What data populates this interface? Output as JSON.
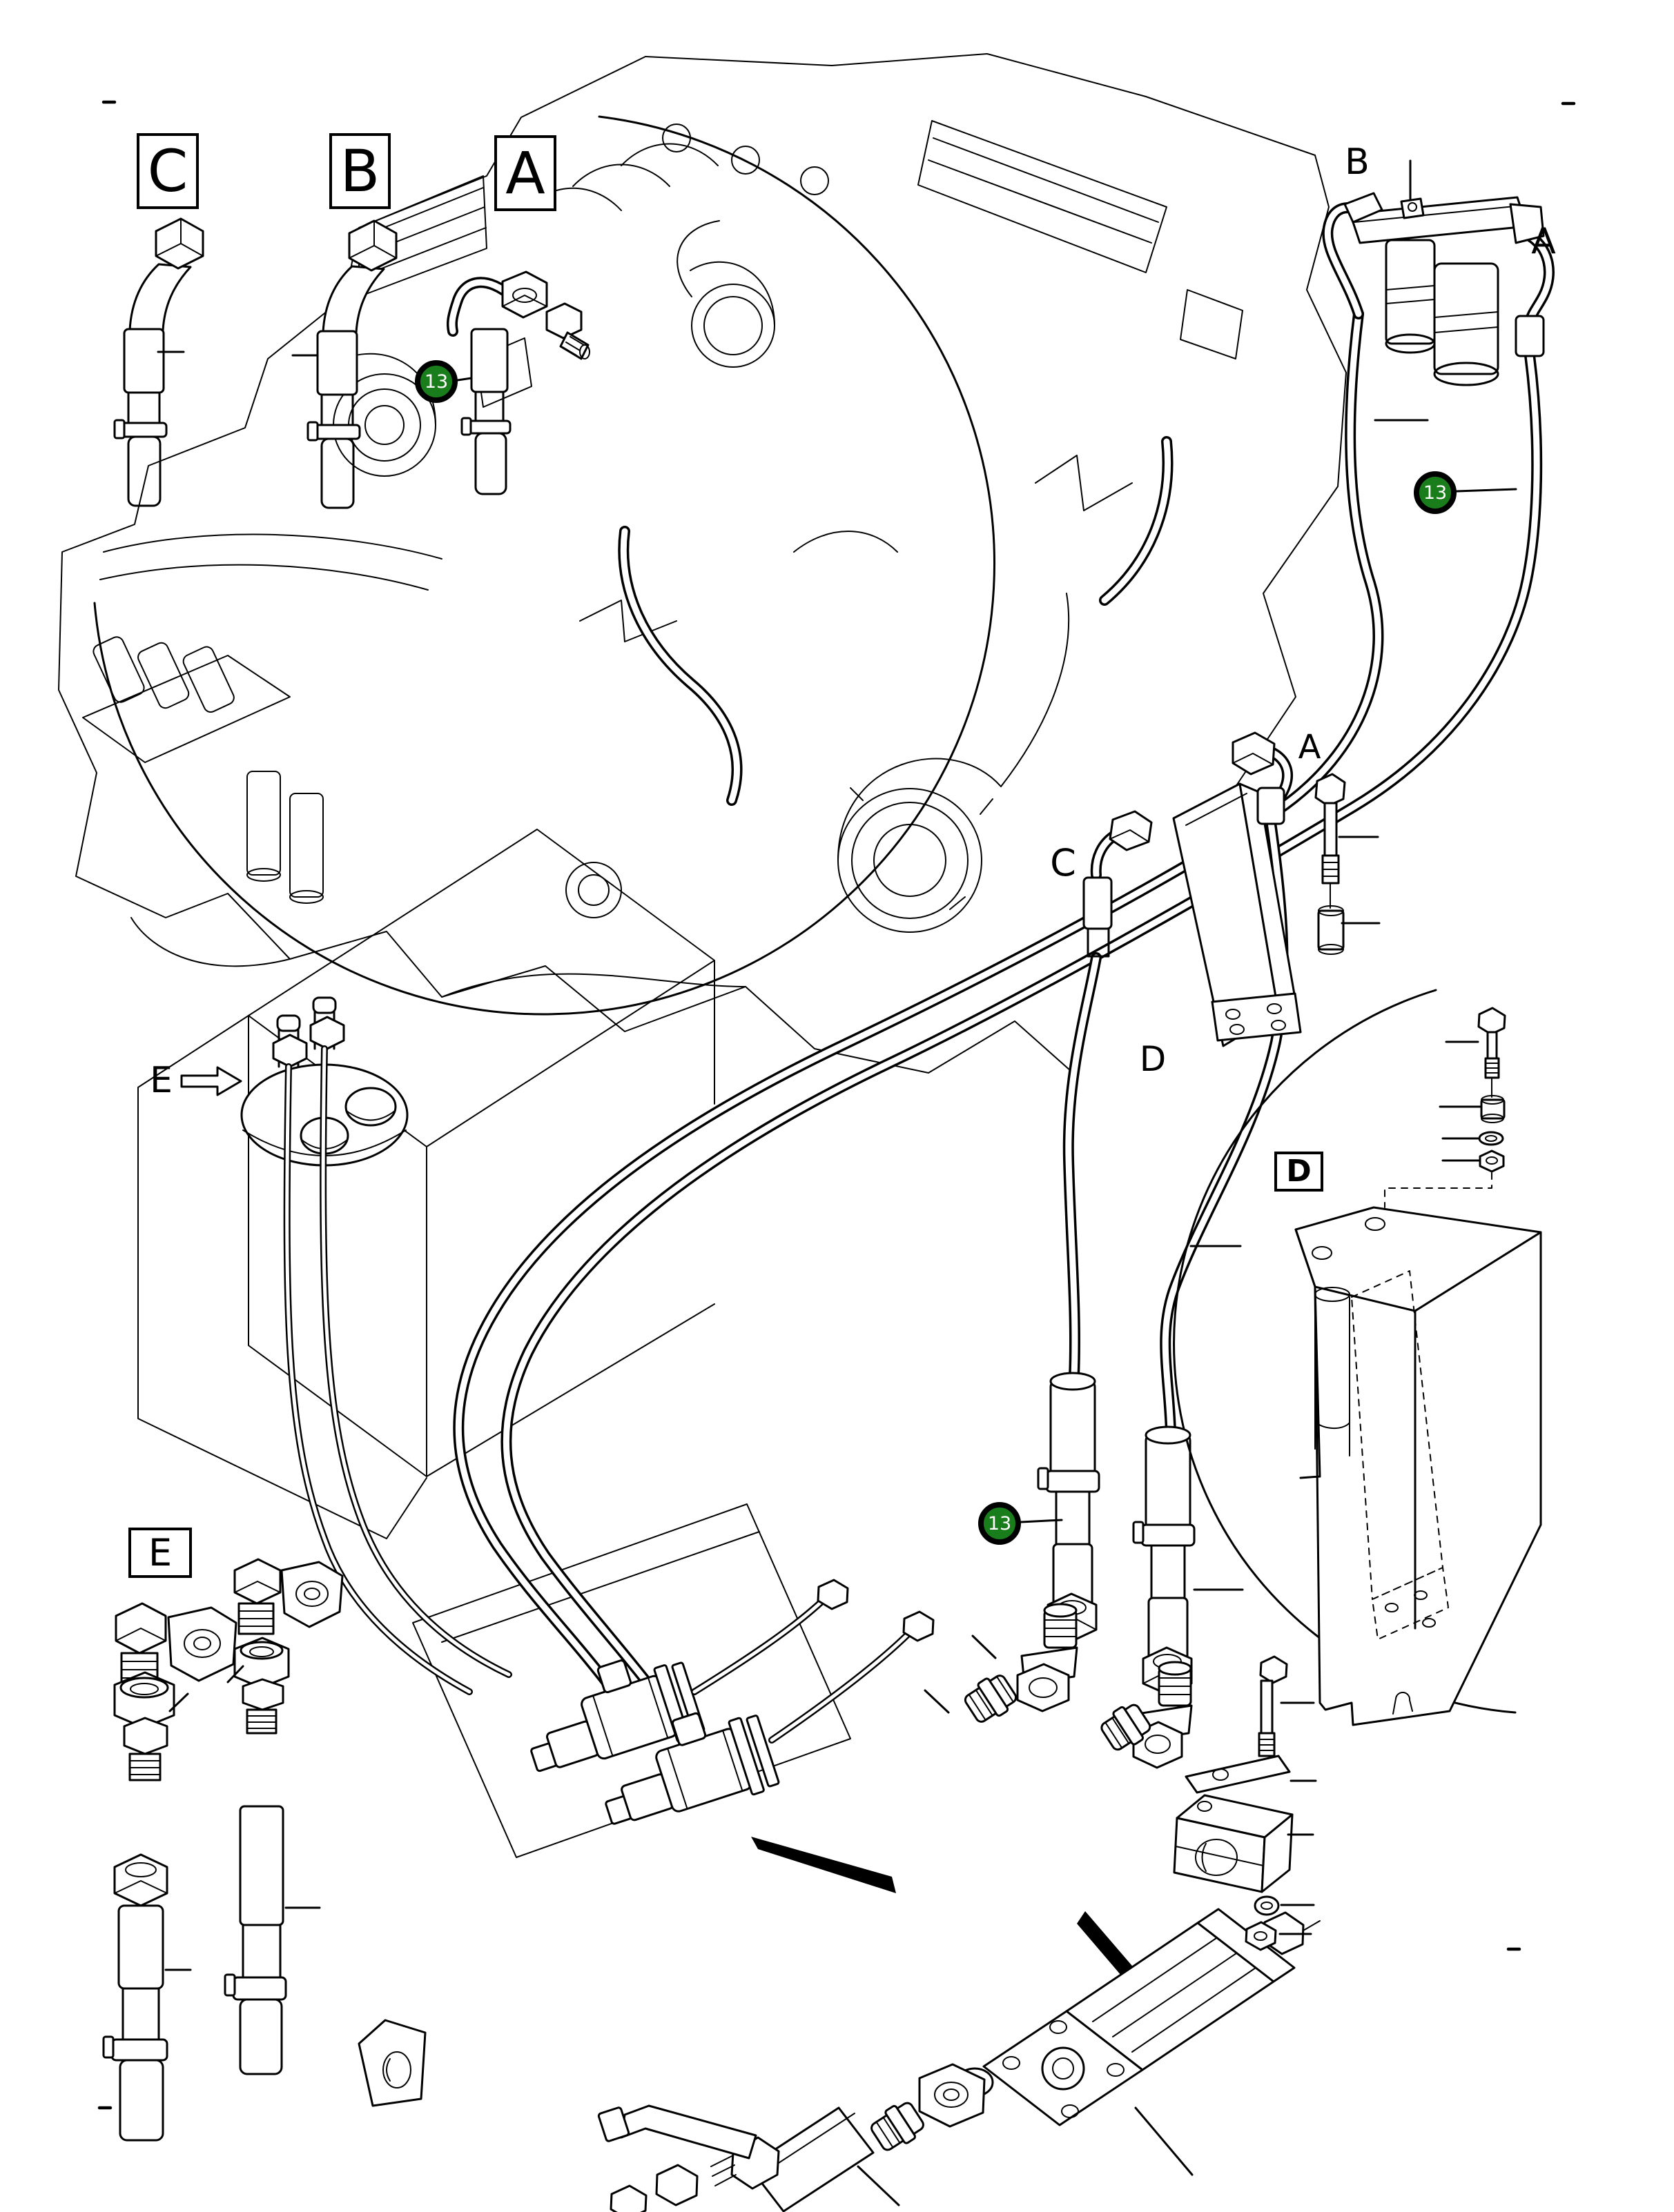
{
  "diagram": {
    "kind": "engine-fuel-system-parts-diagram",
    "colors": {
      "background": "#ffffff",
      "line": "#000000",
      "callout_badge": "#1a7d1b",
      "callout_text": "#ffffff"
    },
    "detail_boxes": {
      "hose_c": "C",
      "hose_b": "B",
      "hose_a": "A",
      "bracket_detail": "D",
      "fittings_detail": "E"
    },
    "inline_labels": {
      "filter_hose_b": "B",
      "filter_hose_a": "A",
      "bracket_hose_a": "A",
      "bracket_hose_c": "C",
      "bracket_position": "D",
      "tank_sender": "E"
    },
    "part_callouts": [
      {
        "number": "13",
        "location": "hose-detail-top-left"
      },
      {
        "number": "13",
        "location": "filter-return-hose"
      },
      {
        "number": "13",
        "location": "pump-supply-hose"
      }
    ]
  }
}
